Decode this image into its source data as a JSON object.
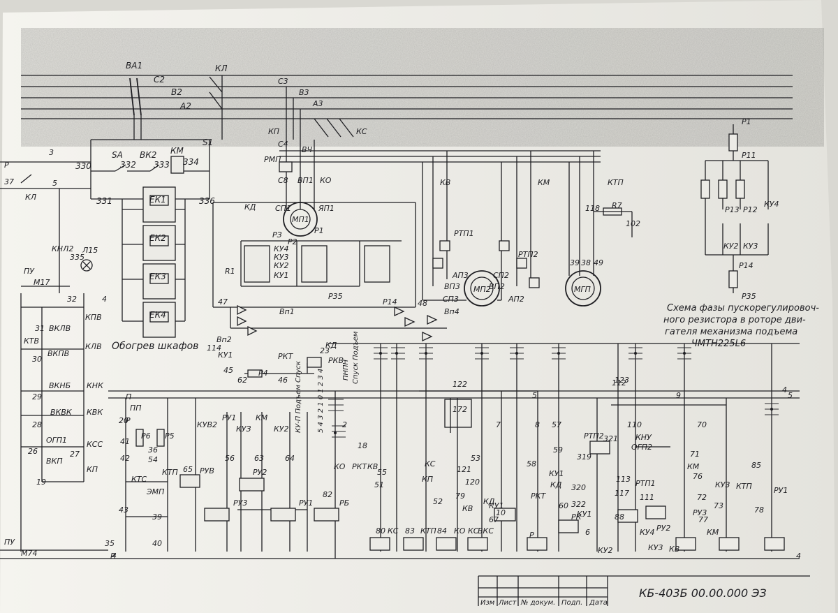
{
  "colors": {
    "paper": "#ecebe6",
    "ink": "#1e1e22",
    "background": "#d9d8d2",
    "smudge": "#8a8a88"
  },
  "heater_block": {
    "caption": "Обогрев шкафов",
    "heaters": [
      "ЕК1",
      "ЕК2",
      "ЕК3",
      "ЕК4"
    ],
    "labels": [
      "SA",
      "ВК2",
      "КМ",
      "330",
      "332",
      "333",
      "334",
      "331",
      "336",
      "S1",
      "ВА1",
      "С2",
      "В2",
      "А2",
      "КЛ"
    ]
  },
  "motors": {
    "mp1": "МП1",
    "mp2": "МП2",
    "mgp": "МГП",
    "labels": [
      "СП1",
      "ЯП1",
      "ВП1",
      "С8",
      "КО",
      "КД",
      "РМП",
      "С4",
      "ВЧ",
      "КП",
      "КС",
      "А3",
      "В3",
      "С3",
      "РЗ",
      "Р1",
      "Р2",
      "R1",
      "Р35",
      "Р14",
      "Вп1",
      "Вп2",
      "Вп4",
      "47",
      "48",
      "КУ1",
      "КУ2",
      "КУ3",
      "КУ4"
    ]
  },
  "contactors": {
    "labels": [
      "КВ",
      "КМ",
      "КТП",
      "РТП1",
      "РТП2",
      "R7",
      "118",
      "102",
      "39",
      "38",
      "49",
      "АП3",
      "ВП3",
      "СП3",
      "АП2",
      "ВП2",
      "СП2"
    ]
  },
  "resistor_scheme": {
    "caption_lines": [
      "Схема фазы пускорегулировоч-",
      "ного резистора в роторе дви-",
      "гателя механизма подъема",
      "ЧМТН225L6"
    ],
    "labels": [
      "Р1",
      "Р11",
      "Р13",
      "Р12",
      "КУ4",
      "КУ2",
      "КУ3",
      "Р14",
      "Р35"
    ]
  },
  "left_column": {
    "labels": [
      "3",
      "5",
      "Р",
      "37",
      "КЛ",
      "КНЛ2",
      "Л15",
      "335",
      "4",
      "ПУ",
      "М17",
      "32",
      "КПВ",
      "31",
      "КЛВ",
      "КТВ",
      "ВКЛВ",
      "30",
      "ВКПВ",
      "ВКНБ",
      "КНК",
      "29",
      "ВКВК",
      "КВК",
      "28",
      "ОГП1",
      "КСС",
      "26",
      "27",
      "ВКП",
      "КП",
      "19",
      "35",
      "4",
      "ПУ",
      "М74"
    ]
  },
  "control_circuit": {
    "labels": [
      "П",
      "ПП",
      "Р",
      "20",
      "Р6",
      "Р5",
      "41",
      "42",
      "36",
      "54",
      "КТС",
      "КТП",
      "43",
      "ЭМП",
      "39",
      "40",
      "65",
      "РУВ",
      "КУВ2",
      "РУ1",
      "КУЗ",
      "КМ",
      "КУ2",
      "56",
      "63",
      "64",
      "РУ2",
      "РУ3",
      "РУ1",
      "82",
      "РБ",
      "23",
      "КД",
      "РКВ",
      "РКТ",
      "62",
      "Р4",
      "46",
      "45",
      "КУ1",
      "114",
      "2",
      "18",
      "КО",
      "РКТ",
      "КВ",
      "51",
      "55",
      "КС",
      "КП",
      "52",
      "53",
      "121",
      "120",
      "79",
      "КВ",
      "КД",
      "КУ1",
      "67",
      "10",
      "7",
      "8",
      "57",
      "58",
      "59",
      "РКТ",
      "КД",
      "КУ1",
      "60",
      "Р",
      "321",
      "319",
      "320",
      "322",
      "РК",
      "КУ1",
      "6",
      "110",
      "ОГП2",
      "КНУ",
      "112",
      "123",
      "9",
      "70",
      "71",
      "76",
      "72",
      "73",
      "77",
      "85",
      "78",
      "80",
      "83",
      "84",
      "КС",
      "КС",
      "КТП",
      "КО",
      "ВКС",
      "172",
      "122",
      "5",
      "5",
      "4",
      "4",
      "Р",
      "РТП2",
      "РТП1",
      "111",
      "113",
      "117",
      "88",
      "КУ4",
      "КУ3",
      "РУ2",
      "РУ3",
      "КВ",
      "КУ2",
      "КМ",
      "КМ",
      "КУ3",
      "КТП",
      "РУ1"
    ]
  },
  "vertical_notes": [
    "Спуск Подъем",
    "ПНПН",
    "КУ-П Подъем Спуск",
    "5 4 3 2 1 0 1 2 3 4"
  ],
  "title_block": {
    "headers": [
      "Изм",
      "Лист",
      "№ докум.",
      "Подп.",
      "Дата"
    ],
    "designation": "КБ-403Б 00.00.000 ЭЗ"
  }
}
